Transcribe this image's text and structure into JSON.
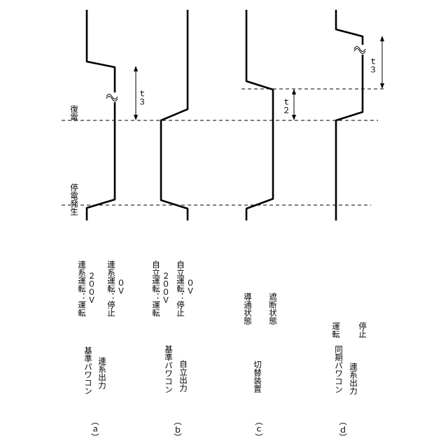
{
  "events": {
    "outage": "停電発生",
    "recovery": "復電"
  },
  "times": {
    "t2": "ｔ２",
    "t3": "ｔ３"
  },
  "panels": [
    {
      "label": "（ａ）",
      "name_line1": "基準パワコン",
      "name_line2": "連系出力",
      "state_high_line1": "連系運転：運転",
      "state_high_line2": "２００Ｖ",
      "state_low_line1": "連系運転：停止",
      "state_low_line2": "０Ｖ"
    },
    {
      "label": "（ｂ）",
      "name_line1": "基準パワコン",
      "name_line2": "自立出力",
      "state_high_line1": "自立運転：運転",
      "state_high_line2": "２００Ｖ",
      "state_low_line1": "自立運転：停止",
      "state_low_line2": "０Ｖ"
    },
    {
      "label": "（ｃ）",
      "name_line1": "切替装置",
      "state_high_line1": "導通状態",
      "state_low_line1": "遮断状態"
    },
    {
      "label": "（ｄ）",
      "name_line1": "同期パワコン",
      "name_line2": "連系出力",
      "state_high_line1": "運転",
      "state_low_line1": "停止"
    }
  ]
}
